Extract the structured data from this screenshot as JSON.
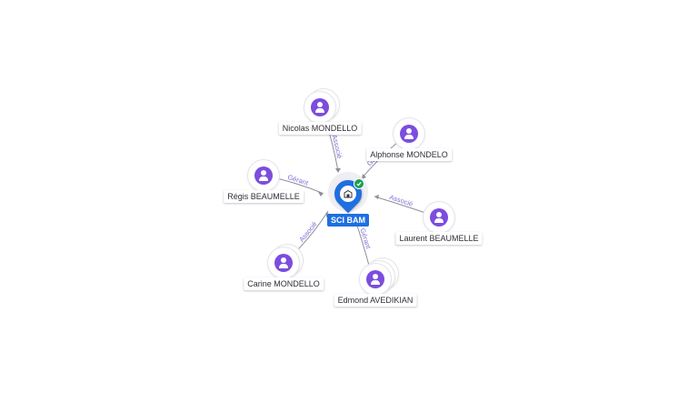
{
  "company": {
    "name": "SCI BAM",
    "icon": "building-icon",
    "status_icon": "check-icon"
  },
  "persons": [
    {
      "name": "Nicolas MONDELLO"
    },
    {
      "name": "Alphonse MONDELO"
    },
    {
      "name": "Régis BEAUMELLE"
    },
    {
      "name": "Laurent BEAUMELLE"
    },
    {
      "name": "Carine MONDELLO"
    },
    {
      "name": "Edmond AVEDIKIAN"
    }
  ],
  "relations": [
    {
      "label": "Associé"
    },
    {
      "label": "Gérant"
    },
    {
      "label": "Gérant"
    },
    {
      "label": "Associé"
    },
    {
      "label": "Associé"
    },
    {
      "label": "Gérant"
    }
  ],
  "colors": {
    "company": "#1f6fe0",
    "person": "#7c4dde",
    "edge_label": "#7b6fd6",
    "verified": "#1f9d55"
  }
}
